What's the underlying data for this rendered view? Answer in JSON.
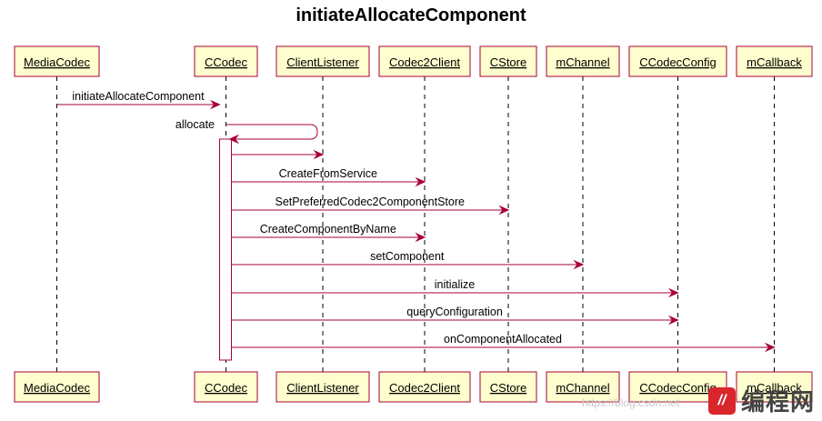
{
  "title": "initiateAllocateComponent",
  "participants": [
    "MediaCodec",
    "CCodec",
    "ClientListener",
    "Codec2Client",
    "CStore",
    "mChannel",
    "CCodecConfig",
    "mCallback"
  ],
  "messages": [
    {
      "from": "MediaCodec",
      "to": "CCodec",
      "label": "initiateAllocateComponent"
    },
    {
      "from": "CCodec",
      "to": "CCodec",
      "label": "allocate",
      "self": true
    },
    {
      "from": "CCodec",
      "to": "ClientListener",
      "label": ""
    },
    {
      "from": "CCodec",
      "to": "Codec2Client",
      "label": "CreateFromService"
    },
    {
      "from": "CCodec",
      "to": "CStore",
      "label": "SetPreferredCodec2ComponentStore"
    },
    {
      "from": "CCodec",
      "to": "Codec2Client",
      "label": "CreateComponentByName"
    },
    {
      "from": "CCodec",
      "to": "mChannel",
      "label": "setComponent"
    },
    {
      "from": "CCodec",
      "to": "CCodecConfig",
      "label": "initialize"
    },
    {
      "from": "CCodec",
      "to": "CCodecConfig",
      "label": "queryConfiguration"
    },
    {
      "from": "CCodec",
      "to": "mCallback",
      "label": "onComponentAllocated"
    }
  ],
  "watermark": {
    "url": "https://blog.csdn.net",
    "logo_text": "//",
    "brand": "编程网"
  },
  "colors": {
    "border": "#A80036",
    "participant_fill": "#FEFECE",
    "lifeline": "#000000"
  }
}
